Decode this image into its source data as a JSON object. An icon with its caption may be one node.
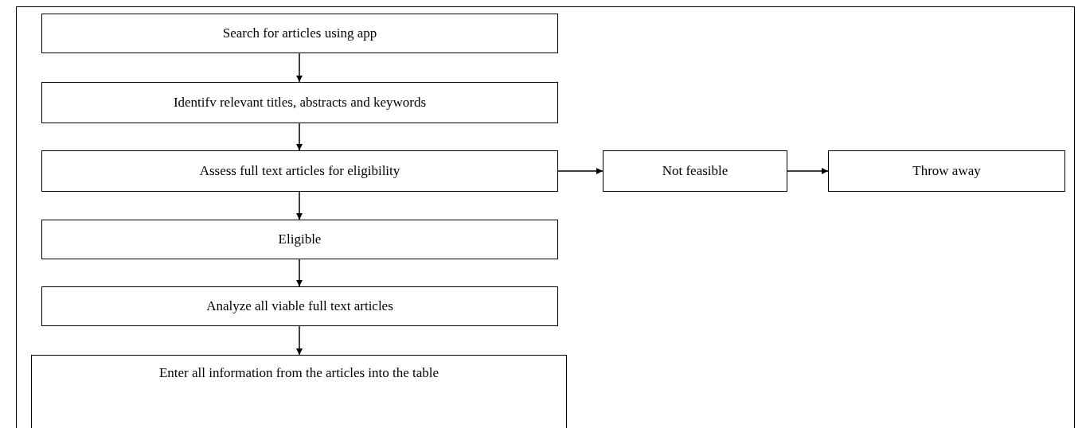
{
  "diagram": {
    "nodes": [
      {
        "text": [
          "Search for articles using app"
        ]
      },
      {
        "text": [
          "Identifv relevant titles, abstracts and keywords"
        ]
      },
      {
        "text": [
          "Assess full text articles for eligibility"
        ]
      },
      {
        "text": [
          "Eligible"
        ]
      },
      {
        "text": [
          "Analyze all viable full text articles"
        ]
      },
      {
        "text": [
          "Enter all information from the articles into the table"
        ]
      },
      {
        "text": [
          "Not feasible"
        ]
      },
      {
        "text": [
          "Throw away"
        ]
      }
    ],
    "edges": [
      {
        "from": 0,
        "to": 1,
        "arrow": "to"
      },
      {
        "from": 1,
        "to": 2,
        "arrow": "to"
      },
      {
        "from": 2,
        "to": 3,
        "arrow": "to"
      },
      {
        "from": 3,
        "to": 4,
        "arrow": "to"
      },
      {
        "from": 4,
        "to": 5,
        "arrow": "to"
      },
      {
        "from": 2,
        "to": 6,
        "arrow": "to"
      },
      {
        "from": 6,
        "to": 7,
        "arrow": "to"
      }
    ]
  }
}
